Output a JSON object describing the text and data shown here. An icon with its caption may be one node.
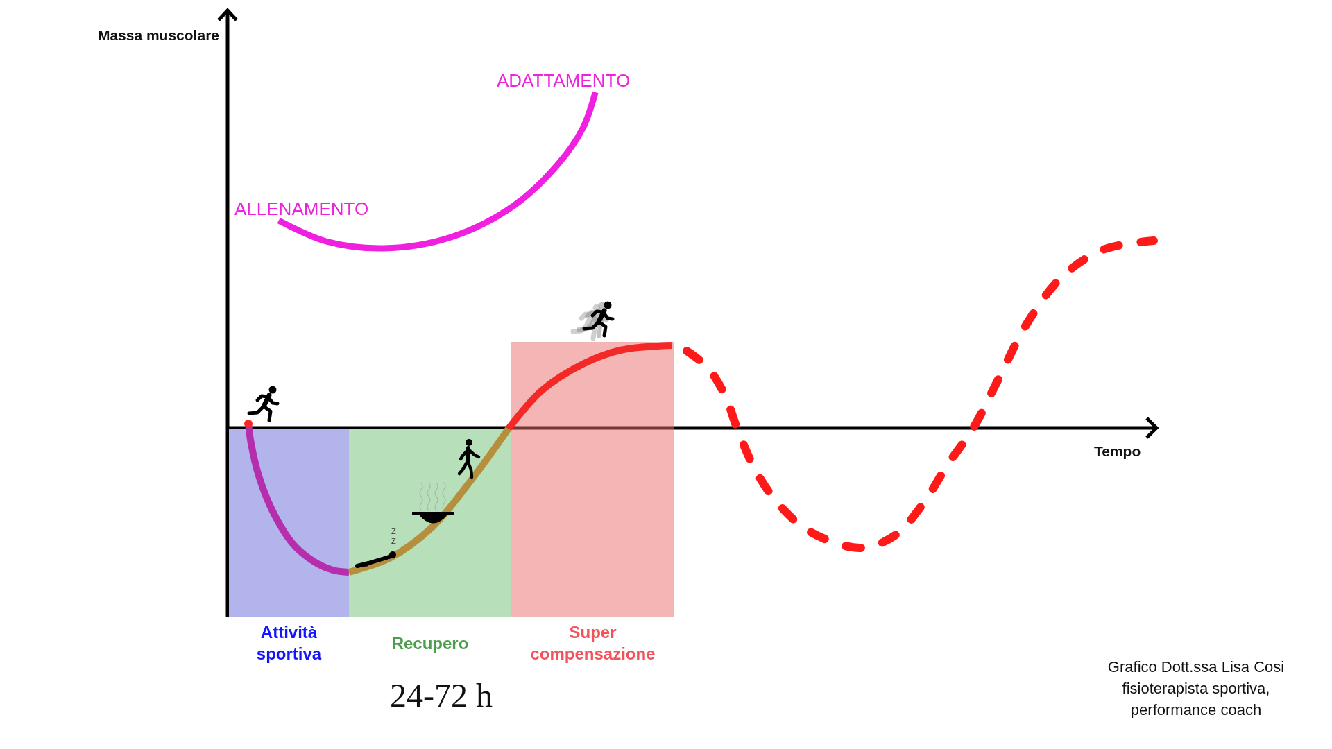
{
  "diagram": {
    "nodes": [
      {
        "text": [
          "ALLENAMENTO"
        ]
      },
      {
        "text": [
          "ADATTAMENTO"
        ]
      },
      {
        "text": [
          "Attività sportiva"
        ]
      },
      {
        "text": [
          "Recupero"
        ],
        "beside": [
          "24-72 h"
        ]
      },
      {
        "text": [
          "Super compensazione"
        ]
      }
    ],
    "edges": [
      {
        "from": 0,
        "to": 1,
        "arrow": "none",
        "color": "#f020e0"
      }
    ],
    "labels": [
      "Massa muscolare",
      "Tempo",
      "Z Z",
      "Grafico Dott.ssa Lisa Cosi fisioterapista sportiva, performance coach"
    ]
  }
}
